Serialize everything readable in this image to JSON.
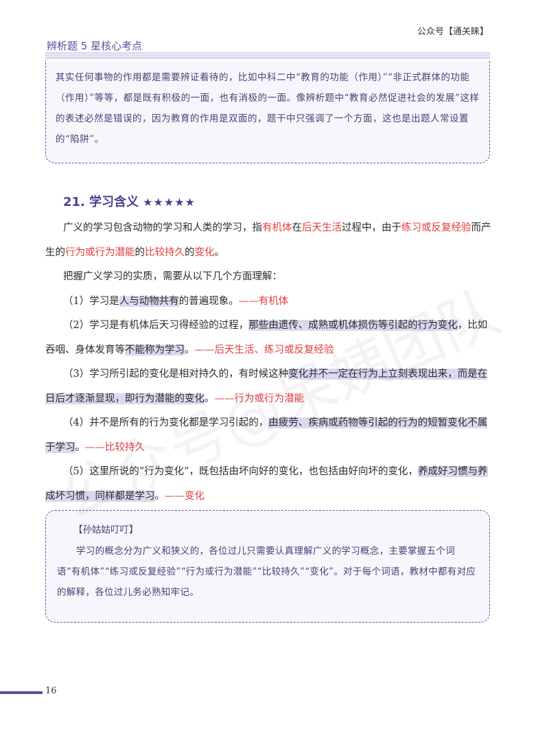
{
  "header": {
    "account": "公众号【通关睐】",
    "title": "辨析题 5 星核心考点"
  },
  "box_top": {
    "text": "其实任何事物的作用都是需要辨证看待的，比如中科二中“教育的功能（作用）”“非正式群体的功能（作用）”等等，都是既有积极的一面，也有消极的一面。像辨析题中“教育必然促进社会的发展”这样的表述必然是错误的，因为教育的作用是双面的，题干中只强调了一个方面，这也是出题人常设置的“陷阱”。"
  },
  "section": {
    "title": "21. 学习含义",
    "stars": "★★★★★"
  },
  "definition": {
    "p1": "广义的学习包含动物的学习和人类的学习，指",
    "t1": "有机体",
    "p2": "在",
    "t2": "后天生活",
    "p3": "过程中，由于",
    "t3": "练习或反复经验",
    "p4": "而产生的",
    "t4": "行为或行为潜能",
    "p5": "的",
    "t5": "比较持久",
    "p6": "的",
    "t6": "变化",
    "p7": "。"
  },
  "intro": "把握广义学习的实质，需要从以下几个方面理解：",
  "points": {
    "i1": {
      "a": "（1）学习是",
      "hl": "人与动物共有",
      "b": "的普遍现象。",
      "red": "——有机体"
    },
    "i2": {
      "a": "（2）学习是有机体后天习得经验的过程，",
      "hl": "那些由遗传、成熟或机体损伤等引起的行为变化",
      "b": "，比如吞咽、身体发育等",
      "hl2": "不能称为学习",
      "b2": "。",
      "red": "——后天生活、练习或反复经验"
    },
    "i3": {
      "a": "（3）学习所引起的变化是相对持久的，有时候这种",
      "hl": "变化并不一定在行为上立刻表现出来，而是在日后才逐渐显现，即行为潜能的变化",
      "b": "。",
      "red": "——行为或行为潜能"
    },
    "i4": {
      "a": "（4）并不是所有的行为变化都是学习引起的，",
      "hl": "由疲劳、疾病或药物等引起的行为的短暂变化不属于学习",
      "b": "。",
      "red": "——比较持久"
    },
    "i5": {
      "a": "（5）这里所说的“行为变化”，既包括由坏向好的变化，也包括由好向坏的变化，",
      "hl": "养成好习惯与养成坏习惯，同样都是学习",
      "b": "。",
      "red": "——变化"
    }
  },
  "box_bottom": {
    "title": "【孙姑姑叮叮】",
    "text": "学习的概念分为广义和狭义的，各位过儿只需要认真理解广义的学习概念，主要掌握五个词语“有机体”“练习或反复经验”“行为或行为潜能”“比较持久”“变化”。对于每个词语，教材中都有对应的解释，各位过儿务必熟知牢记。"
  },
  "watermark": "公众号@呆姨团队",
  "page_number": "16"
}
